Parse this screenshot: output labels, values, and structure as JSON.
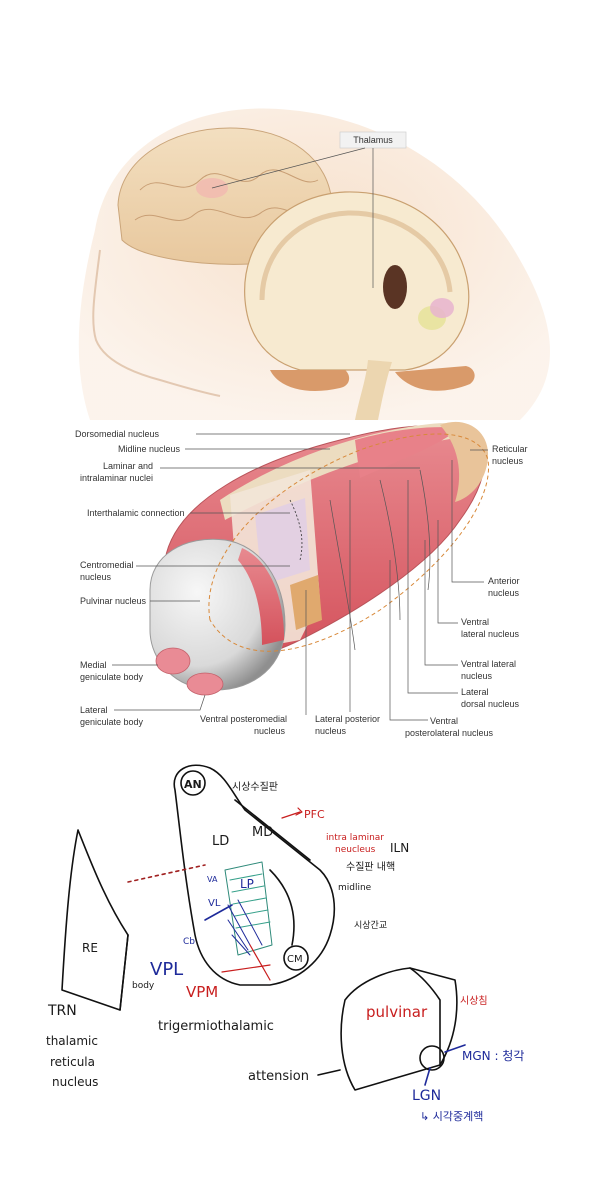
{
  "illustration": {
    "callout": "Thalamus",
    "labels": {
      "dorsomedial": "Dorsomedial nucleus",
      "midline": "Midline nucleus",
      "laminar_1": "Laminar and",
      "laminar_2": "intralaminar nuclei",
      "interthalamic": "Interthalamic connection",
      "centromedial_1": "Centromedial",
      "centromedial_2": "nucleus",
      "pulvinar": "Pulvinar nucleus",
      "medial_gen_1": "Medial",
      "medial_gen_2": "geniculate body",
      "lateral_gen_1": "Lateral",
      "lateral_gen_2": "geniculate body",
      "reticular_1": "Reticular",
      "reticular_2": "nucleus",
      "anterior_1": "Anterior",
      "anterior_2": "nucleus",
      "vl_a_1": "Ventral",
      "vl_a_2": "lateral nucleus",
      "vl_b_1": "Ventral lateral",
      "vl_b_2": "nucleus",
      "ld_1": "Lateral",
      "ld_2": "dorsal nucleus",
      "vpm_1": "Ventral posteromedial",
      "vpm_2": "nucleus",
      "lp_1": "Lateral posterior",
      "lp_2": "nucleus",
      "vpl_1": "Ventral",
      "vpl_2": "posterolateral nucleus"
    }
  },
  "sketch": {
    "an": "AN",
    "korean_top": "시상수질판",
    "ld": "LD",
    "md": "MD",
    "pfc": "PFC",
    "intra_1": "intra laminar",
    "intra_2": "neucleus",
    "iln": "ILN",
    "korean_iln": "수질판 내핵",
    "va": "VA",
    "lp": "LP",
    "vl": "VL",
    "midline": "midline",
    "korean_adhesion": "시상간교",
    "cb": "Cb",
    "cm": "CM",
    "re": "RE",
    "vpl": "VPL",
    "body": "body",
    "vpm": "VPM",
    "trn": "TRN",
    "thalamic": "thalamic",
    "reticula": "reticula",
    "nucleus": "nucleus",
    "trigemino": "trigermiothalamic",
    "pulvinar": "pulvinar",
    "korean_pulvinar": "시상침",
    "mgn": "MGN : 청각",
    "lgn": "LGN",
    "korean_lgn": "↳ 시각중계핵",
    "attension": "attension"
  }
}
